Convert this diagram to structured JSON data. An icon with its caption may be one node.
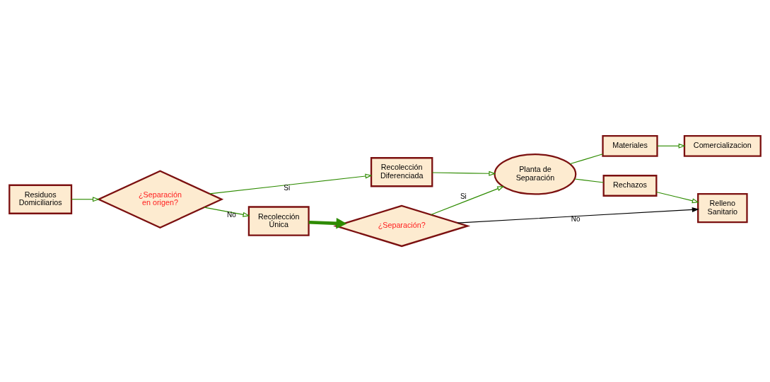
{
  "diagram": {
    "nodes": [
      {
        "text": [
          "Residuos Domiciliarios"
        ]
      },
      {
        "text": [
          "¿Separación en origen?"
        ]
      },
      {
        "text": [
          "Recolección Diferenciada"
        ]
      },
      {
        "text": [
          "Recolección Única"
        ]
      },
      {
        "text": [
          "Comercializacion"
        ]
      },
      {
        "text": [
          "Materiales"
        ]
      },
      {
        "text": [
          "Planta de Separación"
        ]
      },
      {
        "text": [
          "Rechazos"
        ]
      },
      {
        "text": [
          "¿Separación?"
        ]
      },
      {
        "text": [
          "Relleno Sanitario"
        ]
      }
    ],
    "edges": [
      {
        "from": 0,
        "to": 1,
        "arrow": "to"
      },
      {
        "from": 1,
        "to": 2,
        "arrow": "to",
        "label": "Si"
      },
      {
        "from": 1,
        "to": 3,
        "arrow": "to",
        "label": "No"
      },
      {
        "from": 2,
        "to": 6,
        "arrow": "to"
      },
      {
        "from": 3,
        "to": 8,
        "arrow": "to",
        "style": "thick"
      },
      {
        "from": 8,
        "to": 6,
        "arrow": "to",
        "label": "Si"
      },
      {
        "from": 8,
        "to": 9,
        "arrow": "to",
        "label": "No",
        "color": "#000000"
      },
      {
        "from": 6,
        "to": 5,
        "arrow": "none"
      },
      {
        "from": 5,
        "to": 4,
        "arrow": "to"
      },
      {
        "from": 6,
        "to": 7,
        "arrow": "none"
      },
      {
        "from": 7,
        "to": 9,
        "arrow": "to"
      }
    ]
  }
}
